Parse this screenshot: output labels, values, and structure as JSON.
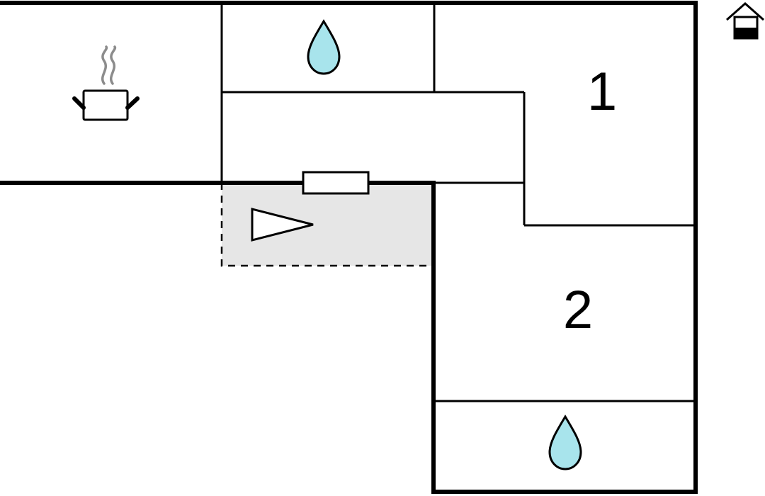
{
  "floorplan": {
    "rooms": [
      {
        "id": "kitchen",
        "icon": "cooking-pot-icon",
        "label": ""
      },
      {
        "id": "bathroom-top",
        "icon": "water-drop-icon",
        "label": ""
      },
      {
        "id": "hallway",
        "icon": "",
        "label": ""
      },
      {
        "id": "bedroom-1",
        "icon": "",
        "label": "1"
      },
      {
        "id": "bedroom-2",
        "icon": "",
        "label": "2"
      },
      {
        "id": "bathroom-bottom",
        "icon": "water-drop-icon",
        "label": ""
      },
      {
        "id": "terrace",
        "icon": "entrance-arrow-icon",
        "label": ""
      }
    ],
    "legend_icon": "house-floor-icon",
    "colors": {
      "wall": "#000000",
      "water": "#a8e4ec",
      "terrace": "#e6e6e6",
      "steam": "#8c8c8c",
      "background": "#ffffff"
    }
  }
}
